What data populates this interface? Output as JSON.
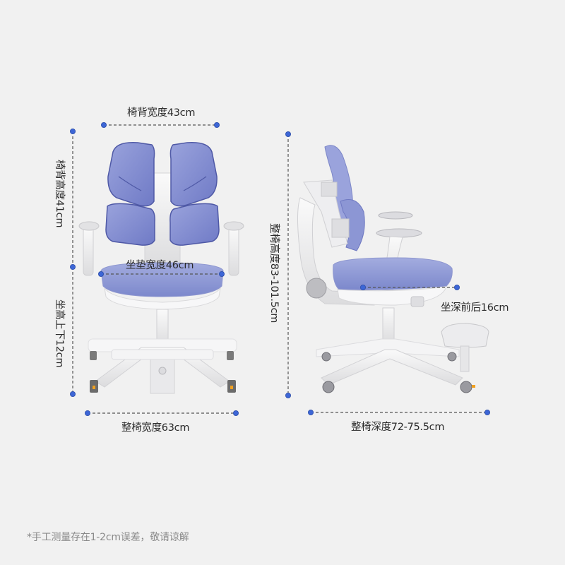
{
  "colors": {
    "background": "#f1f1f1",
    "marker": "#3d66d6",
    "dash_line": "#555555",
    "cushion": "#8c98d6",
    "cushion_dark": "#5a64b0",
    "frame": "#e6e6e8",
    "caster": "#6b6b6b",
    "accent_orange": "#f0a020"
  },
  "front_view": {
    "backrest_width": "椅背宽度43cm",
    "backrest_height": "椅背高度41cm",
    "seat_width": "坐垫宽度46cm",
    "seat_height_adjust": "坐高上下12cm",
    "overall_width": "整椅宽度63cm"
  },
  "side_view": {
    "overall_height": "整椅高度83-101.5cm",
    "seat_depth_adjust": "坐深前后16cm",
    "overall_depth": "整椅深度72-75.5cm"
  },
  "footnote": "*手工测量存在1-2cm误差，敬请谅解"
}
